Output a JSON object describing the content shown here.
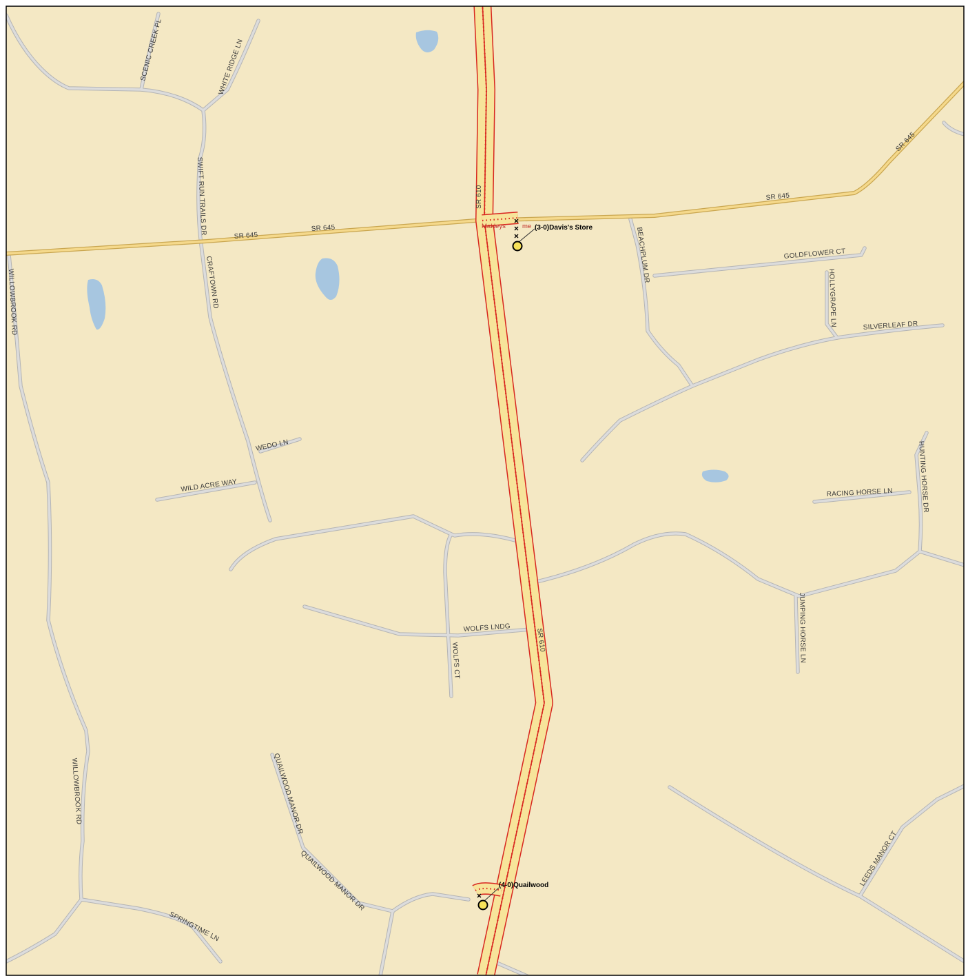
{
  "map": {
    "colors": {
      "land": "#f4e8c4",
      "water": "#a7c6e0",
      "local_road": "#dcdcdc",
      "local_road_edge": "#b4b4b4",
      "state_road": "#f5d98c",
      "state_road_edge": "#c9a650",
      "corridor_outline": "#d8261f",
      "corridor_fill": "#f7e49a",
      "stop_marker": "#f7e25a"
    },
    "streets": {
      "scenic_creek_pl": "SCENIC CREEK PL",
      "white_ridge_ln": "WHITE RIDGE LN",
      "swift_run_trails_dr": "SWIFT RUN TRAILS DR",
      "craftown_rd": "CRAFTOWN RD",
      "willowbrook_rd_north": "WILLOWBROOK RD",
      "willowbrook_rd_south": "WILLOWBROOK RD",
      "sr_645_west_1": "SR 645",
      "sr_645_west_2": "SR 645",
      "sr_645_east": "SR 645",
      "sr_645_northeast": "SR 645",
      "sr_610_north": "SR 610",
      "sr_610_south": "SR 610",
      "beachplum_dr": "BEACHPLUM DR",
      "goldflower_ct": "GOLDFLOWER CT",
      "hollygrape_ln": "HOLLYGRAPE LN",
      "silverleaf_dr": "SILVERLEAF DR",
      "wedo_ln": "WEDO LN",
      "wild_acre_way": "WILD ACRE WAY",
      "hunting_horse_dr": "HUNTING HORSE DR",
      "racing_horse_ln": "RACING HORSE LN",
      "jumping_horse_ln": "JUMPING HORSE LN",
      "wolfs_lndg": "WOLFS LNDG",
      "wolfs_ct": "WOLFS CT",
      "quailwood_manor_dr_1": "QUAILWOOD MANOR DR",
      "quailwood_manor_dr_2": "QUAILWOOD MANOR DR",
      "springtime_ln": "SPRINGTIME LN",
      "leeds_manor_ct": "LEEDS MANOR CT"
    },
    "stops": {
      "davis_store": "(3-0)Davis's Store",
      "makleys": "Makleys",
      "makleys_suffix": "me",
      "quailwood": "(4-0)Quailwood"
    }
  }
}
